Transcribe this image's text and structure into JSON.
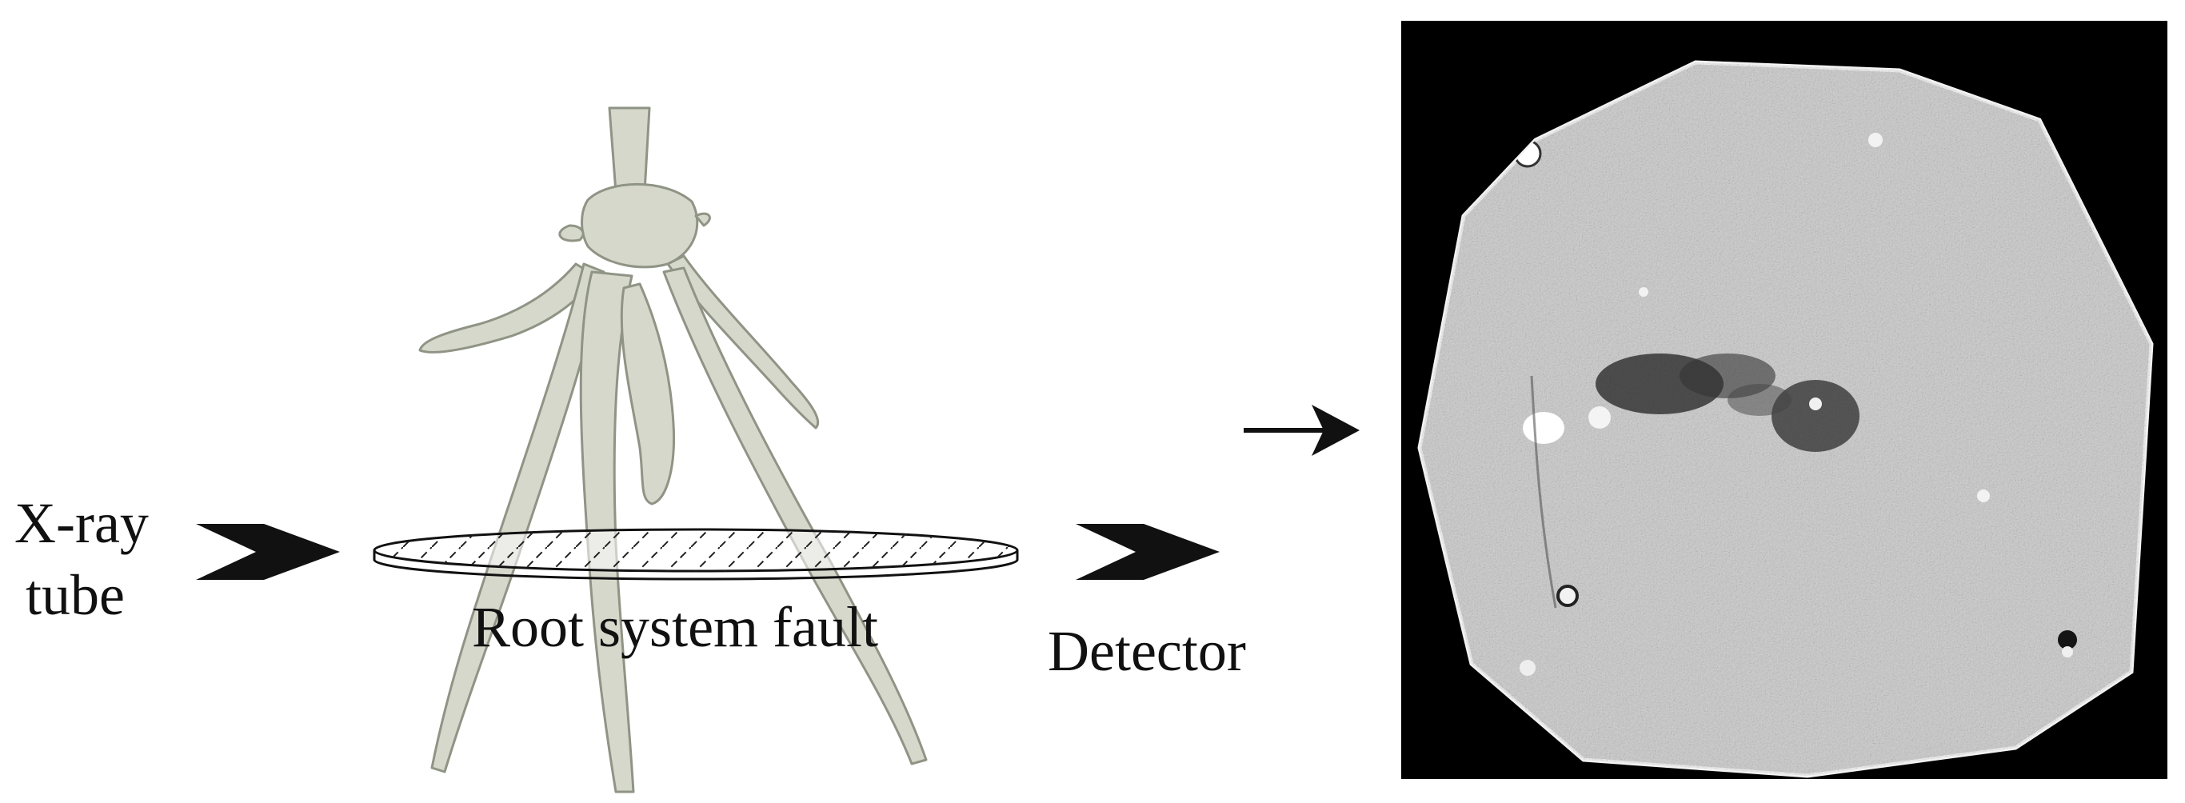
{
  "labels": {
    "source_line1": "X-ray",
    "source_line2": "tube",
    "slice": "Root system fault",
    "detector": "Detector"
  },
  "icons": {
    "source_arrow": "chevron-right-icon",
    "detector_arrow": "chevron-right-icon",
    "result_arrow": "arrow-right-icon"
  },
  "colors": {
    "root": "#d6d8cc",
    "root_outline": "#8f9485",
    "ct_background": "#000000",
    "ct_section": "#c9c9c9",
    "ink": "#111111"
  }
}
